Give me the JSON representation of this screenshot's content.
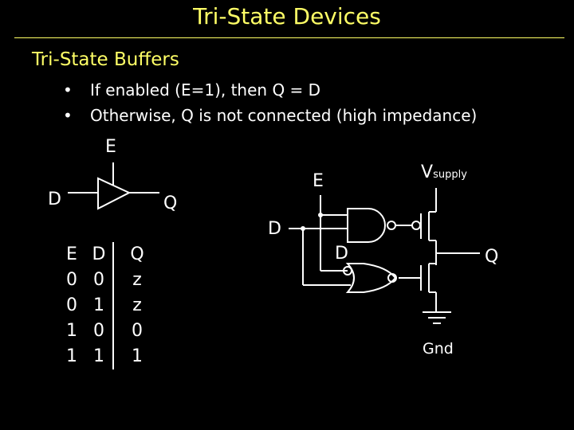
{
  "slide": {
    "title": "Tri-State Devices",
    "heading": "Tri-State Buffers",
    "bullets": [
      "If enabled (E=1), then Q = D",
      "Otherwise, Q is not connected (high impedance)"
    ]
  },
  "buffer_symbol": {
    "enable_label": "E",
    "input_label": "D",
    "output_label": "Q"
  },
  "truth_table": {
    "headers": [
      "E",
      "D",
      "Q"
    ],
    "rows": [
      [
        "0",
        "0",
        "z"
      ],
      [
        "0",
        "1",
        "z"
      ],
      [
        "1",
        "0",
        "0"
      ],
      [
        "1",
        "1",
        "1"
      ]
    ]
  },
  "circuit": {
    "enable_label": "E",
    "input_label": "D",
    "internal_label": "D",
    "output_label": "Q",
    "supply_label": "V",
    "supply_subscript": "supply",
    "ground_label": "Gnd"
  },
  "colors": {
    "background": "#000000",
    "title": "#ffff66",
    "text": "#ffffff"
  }
}
